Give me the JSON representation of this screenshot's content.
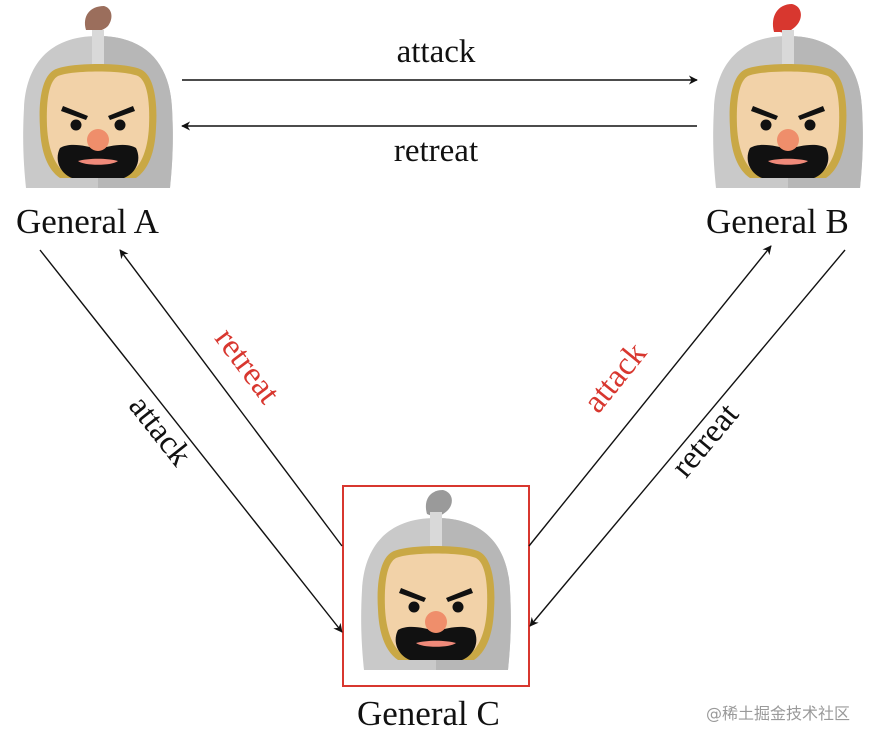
{
  "generals": {
    "a": {
      "name": "General A",
      "plume_color": "#9b6e5c"
    },
    "b": {
      "name": "General B",
      "plume_color": "#d8372f"
    },
    "c": {
      "name": "General C",
      "plume_color": "#9a9a9a"
    }
  },
  "messages": {
    "a_to_b": "attack",
    "b_to_a": "retreat",
    "a_to_c": "attack",
    "c_to_a": "retreat",
    "c_to_b": "attack",
    "b_to_c": "retreat"
  },
  "colors": {
    "normal_text": "#111111",
    "highlight_text": "#d8372f",
    "highlight_box": "#d8372f"
  },
  "watermark": "@稀土掘金技术社区"
}
